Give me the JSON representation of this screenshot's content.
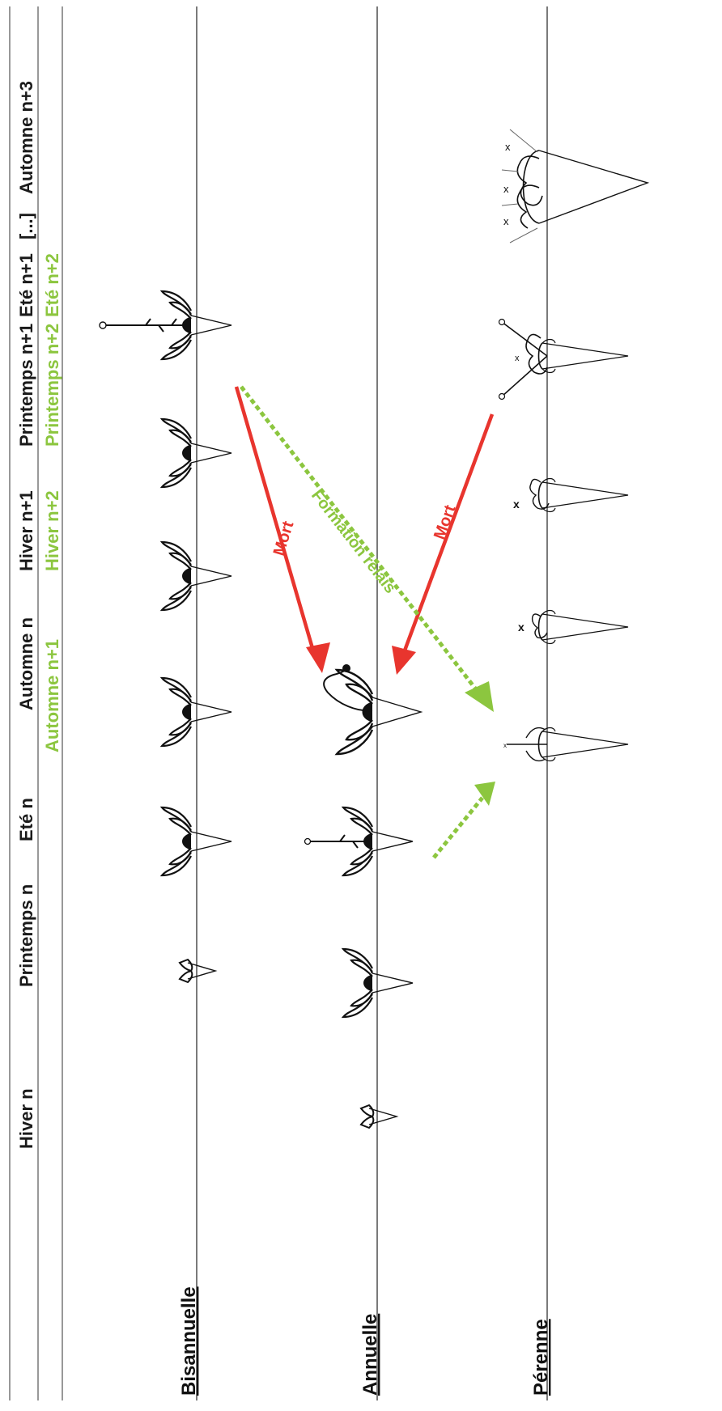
{
  "seasons": {
    "row1": [
      "Hiver n",
      "Printemps n",
      "Eté n",
      "Automne n",
      "Hiver n+1",
      "Printemps n+1",
      "Eté n+1",
      "[...]",
      "Automne n+3"
    ],
    "row2": [
      "Automne n+1",
      "Hiver n+2",
      "Printemps n+2",
      "Eté n+2"
    ]
  },
  "rows": {
    "bisannuelle": "Bisannuelle",
    "annuelle": "Annuelle",
    "perenne": "Pérenne"
  },
  "arrows": {
    "mort_1": "Mort",
    "mort_2": "Mort",
    "formation": "Formation relais"
  },
  "colors": {
    "red": "#e8352e",
    "green": "#8cc63f",
    "line": "#222222"
  }
}
